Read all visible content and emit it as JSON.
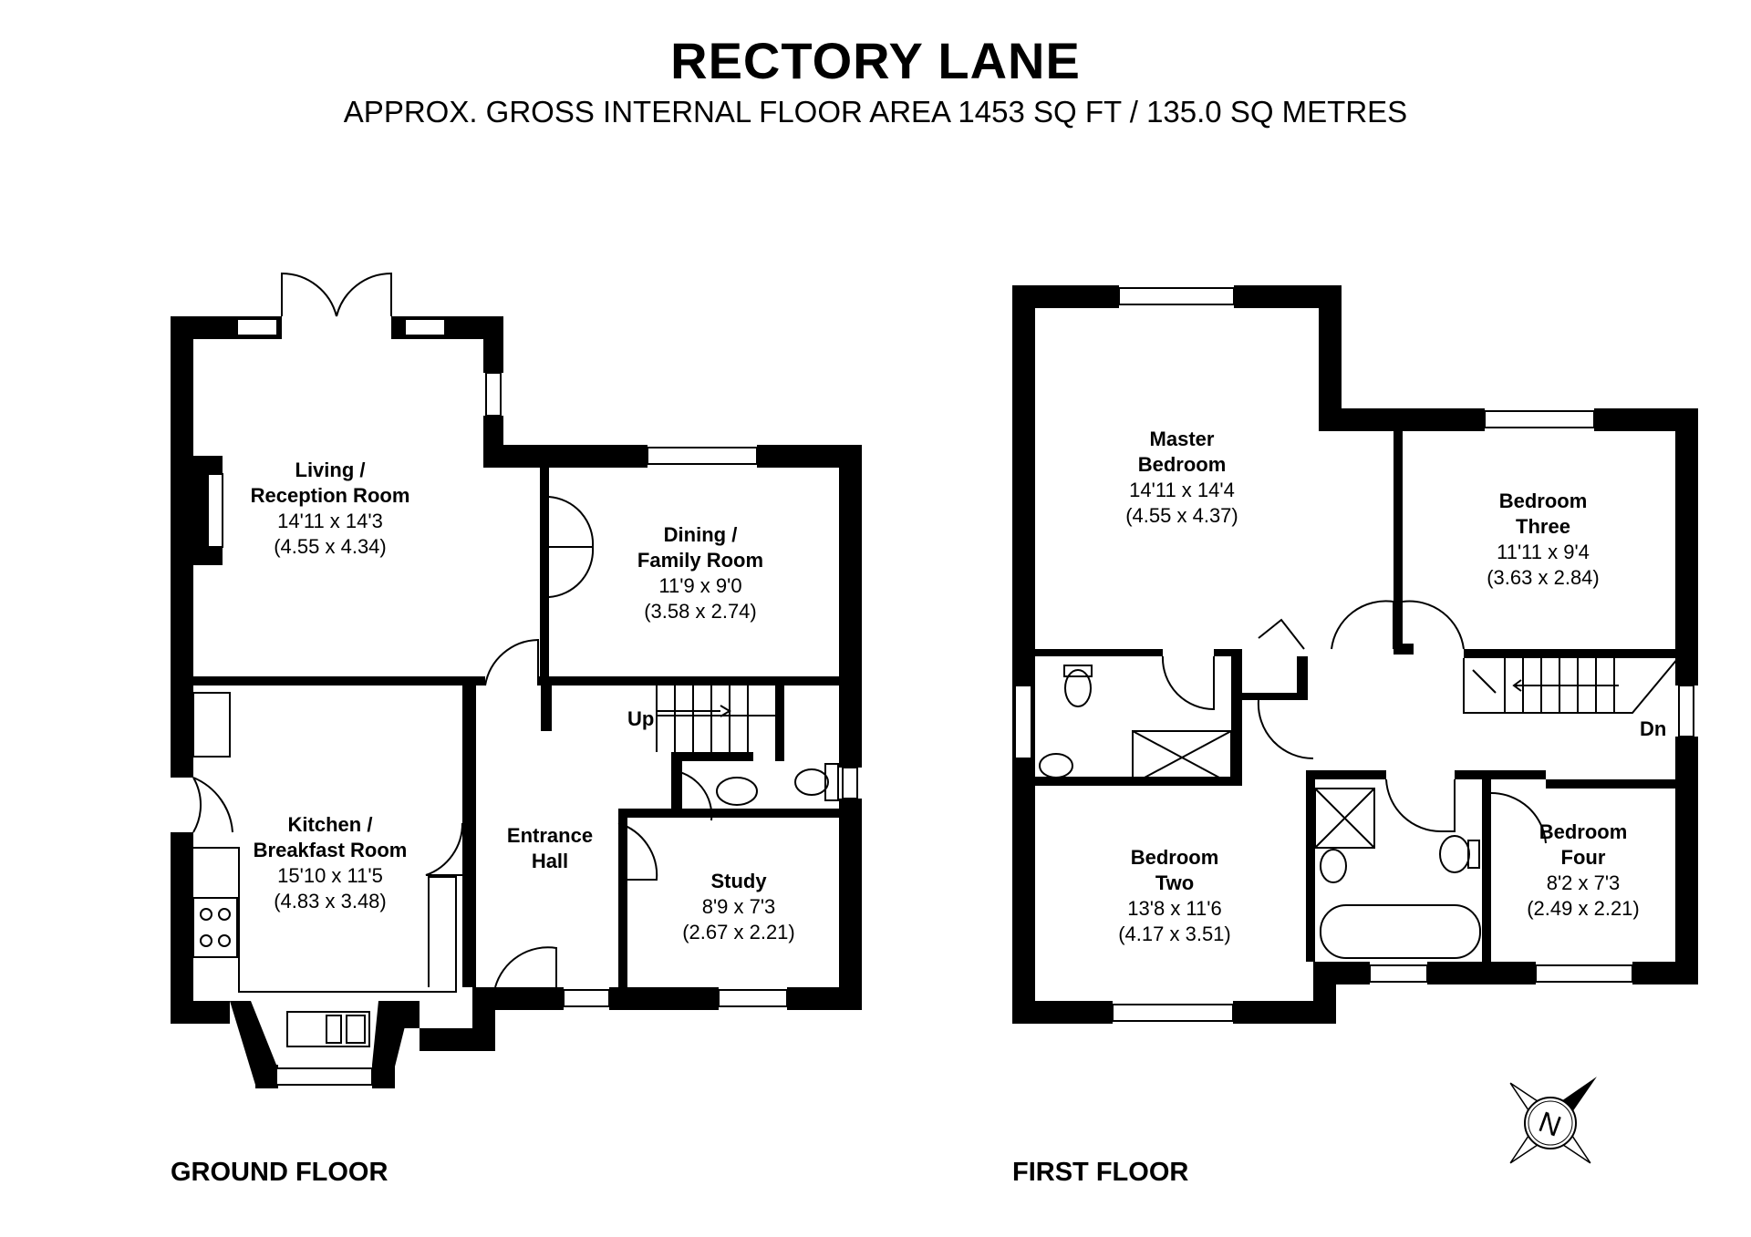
{
  "header": {
    "title": "RECTORY LANE",
    "subtitle": "APPROX. GROSS INTERNAL FLOOR AREA 1453 SQ FT / 135.0 SQ METRES"
  },
  "floors": {
    "ground": {
      "label": "GROUND FLOOR",
      "rooms": {
        "living": {
          "name1": "Living /",
          "name2": "Reception Room",
          "imperial": "14'11 x 14'3",
          "metric": "(4.55 x 4.34)"
        },
        "dining": {
          "name1": "Dining /",
          "name2": "Family Room",
          "imperial": "11'9 x 9'0",
          "metric": "(3.58 x 2.74)"
        },
        "kitchen": {
          "name1": "Kitchen /",
          "name2": "Breakfast Room",
          "imperial": "15'10 x 11'5",
          "metric": "(4.83 x 3.48)"
        },
        "hall": {
          "name1": "Entrance",
          "name2": "Hall"
        },
        "study": {
          "name1": "Study",
          "imperial": "8'9 x 7'3",
          "metric": "(2.67 x 2.21)"
        }
      },
      "stairs_label": "Up"
    },
    "first": {
      "label": "FIRST FLOOR",
      "rooms": {
        "master": {
          "name1": "Master",
          "name2": "Bedroom",
          "imperial": "14'11 x 14'4",
          "metric": "(4.55 x 4.37)"
        },
        "bed3": {
          "name1": "Bedroom",
          "name2": "Three",
          "imperial": "11'11 x 9'4",
          "metric": "(3.63 x 2.84)"
        },
        "bed2": {
          "name1": "Bedroom",
          "name2": "Two",
          "imperial": "13'8 x 11'6",
          "metric": "(4.17 x 3.51)"
        },
        "bed4": {
          "name1": "Bedroom",
          "name2": "Four",
          "imperial": "8'2 x 7'3",
          "metric": "(2.49 x 2.21)"
        }
      },
      "stairs_label": "Dn"
    }
  },
  "compass": {
    "label": "N",
    "icon": "north-compass-icon"
  },
  "colors": {
    "walls": "#000000",
    "background": "#ffffff"
  }
}
